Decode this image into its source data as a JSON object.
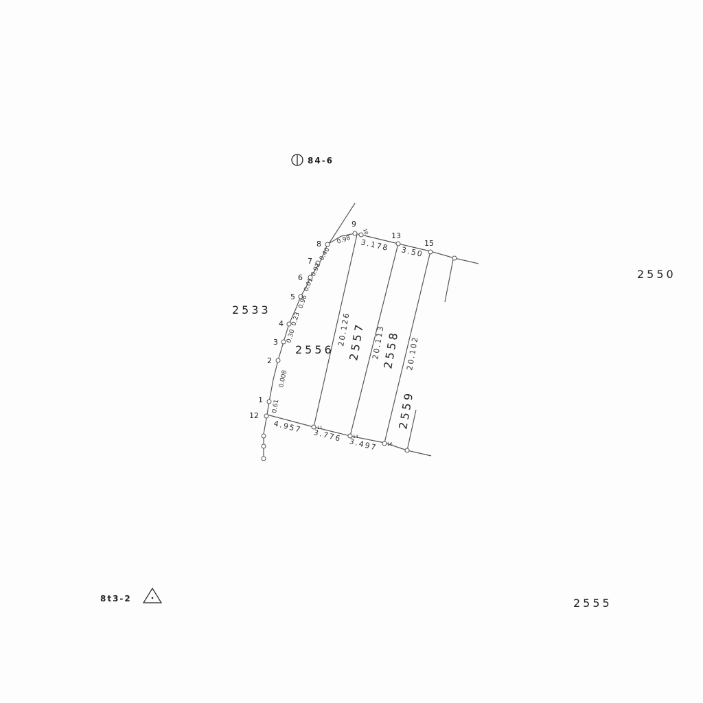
{
  "references": {
    "top_marker": "84-6",
    "bottom_marker": "8t3-2"
  },
  "lots": {
    "lot_2533": "2533",
    "lot_2550": "2550",
    "lot_2555": "2555",
    "lot_2556": "2556",
    "lot_2557": "2557",
    "lot_2558": "2558",
    "lot_2559": "2559"
  },
  "points": {
    "p1": "1",
    "p2": "2",
    "p3": "3",
    "p4": "4",
    "p5": "5",
    "p6": "6",
    "p7": "7",
    "p8": "8",
    "p9": "9",
    "p10": "10",
    "p11": "11",
    "p12": "12",
    "p13": "13",
    "p14": "14",
    "p15": "15",
    "p16": "16"
  },
  "dimensions": {
    "d_2557_side": "20.126",
    "d_2558_side": "20.113",
    "d_2559_side": "20.102",
    "d_bottom_1": "4.957",
    "d_bottom_2": "3.776",
    "d_bottom_3": "3.497",
    "d_top_1": "3.178",
    "d_top_2": "3.50",
    "d_curve_1": "0.98",
    "d_curve_2": "0.40",
    "d_curve_3": "0.92",
    "d_curve_4": "0.01",
    "d_curve_5": "0.96",
    "d_curve_6": "0.23",
    "d_curve_7": "0.30",
    "d_curve_8": "0.008",
    "d_curve_9": "0.61"
  }
}
